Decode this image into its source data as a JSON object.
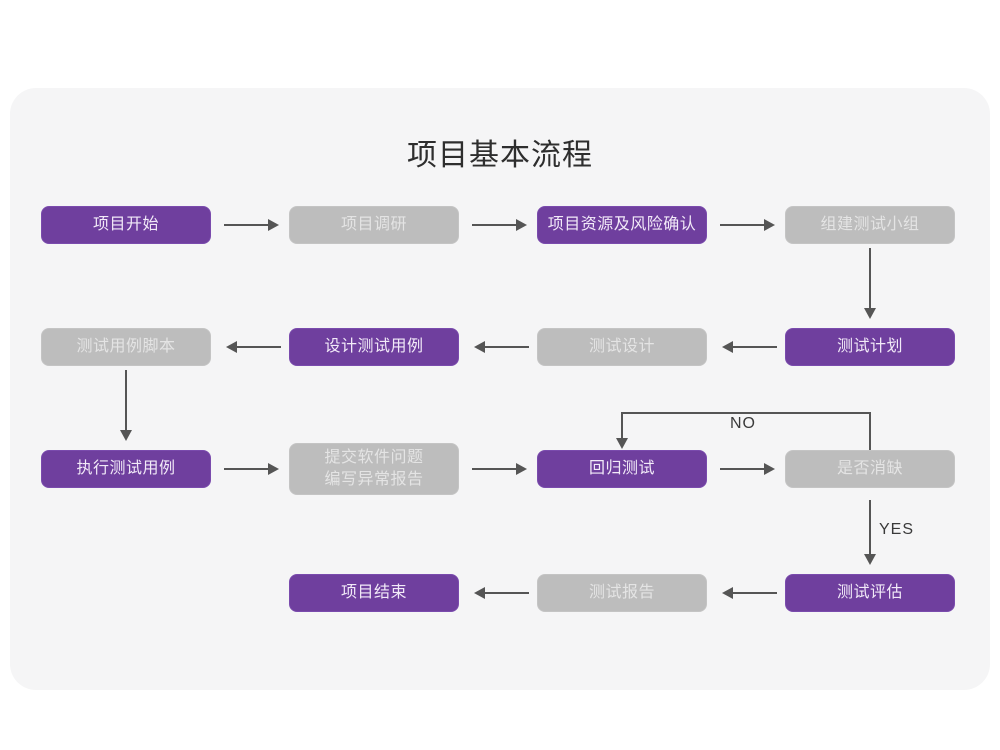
{
  "title": "项目基本流程",
  "colors": {
    "page_background": "#ffffff",
    "card_background": "#f5f5f6",
    "node_purple": "#6f3f9e",
    "node_purple_text": "#f2eaf8",
    "node_gray": "#bdbdbd",
    "node_gray_text": "#e4e4e4",
    "connector": "#555555",
    "title_text": "#2e2e2e"
  },
  "nodes": {
    "n1": {
      "label": "项目开始",
      "style": "purple"
    },
    "n2": {
      "label": "项目调研",
      "style": "gray"
    },
    "n3": {
      "label": "项目资源及风险确认",
      "style": "purple"
    },
    "n4": {
      "label": "组建测试小组",
      "style": "gray"
    },
    "n5": {
      "label": "测试计划",
      "style": "purple"
    },
    "n6": {
      "label": "测试设计",
      "style": "gray"
    },
    "n7": {
      "label": "设计测试用例",
      "style": "purple"
    },
    "n8": {
      "label": "测试用例脚本",
      "style": "gray"
    },
    "n9": {
      "label": "执行测试用例",
      "style": "purple"
    },
    "n10": {
      "label_line1": "提交软件问题",
      "label_line2": "编写异常报告",
      "style": "gray"
    },
    "n11": {
      "label": "回归测试",
      "style": "purple"
    },
    "n12": {
      "label": "是否消缺",
      "style": "gray"
    },
    "n13": {
      "label": "测试评估",
      "style": "purple"
    },
    "n14": {
      "label": "测试报告",
      "style": "gray"
    },
    "n15": {
      "label": "项目结束",
      "style": "purple"
    }
  },
  "edge_labels": {
    "no": "NO",
    "yes": "YES"
  }
}
